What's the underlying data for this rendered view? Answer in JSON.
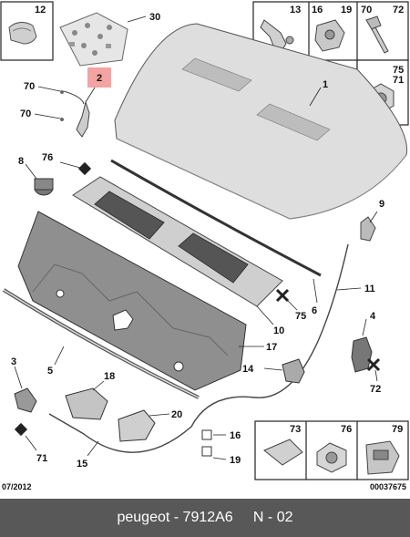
{
  "callouts": {
    "c1": "1",
    "c2": "2",
    "c3": "3",
    "c4": "4",
    "c5": "5",
    "c6": "6",
    "c8": "8",
    "c9": "9",
    "c10": "10",
    "c11": "11",
    "c12": "12",
    "c13": "13",
    "c14": "14",
    "c15": "15",
    "c16": "16",
    "c17": "17",
    "c18": "18",
    "c19": "19",
    "c20": "20",
    "c30": "30",
    "c70": "70",
    "c71": "71",
    "c72": "72",
    "c73": "73",
    "c75": "75",
    "c76": "76",
    "c79": "79"
  },
  "footer": {
    "date": "07/2012",
    "ref": "00037675",
    "caption": "peugeot - 7912A6     N - 02"
  },
  "colors": {
    "highlight": "#f4a3a3",
    "footer_bg": "#585858"
  }
}
